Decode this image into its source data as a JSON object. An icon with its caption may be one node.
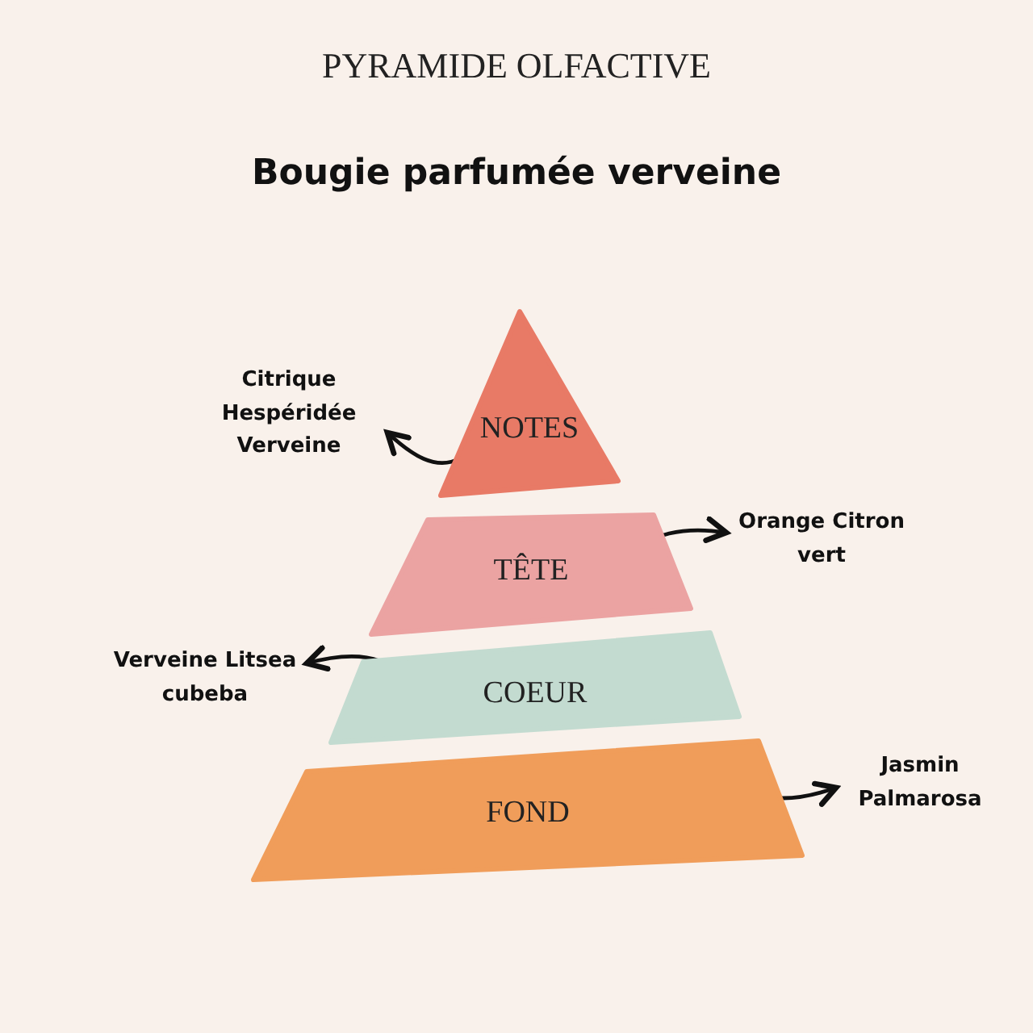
{
  "diagram": {
    "title": "PYRAMIDE OLFACTIVE",
    "nodes": [
      {
        "text": [
          "NOTES"
        ]
      },
      {
        "text": [
          "TÊTE"
        ]
      },
      {
        "text": [
          "COEUR"
        ]
      },
      {
        "text": [
          "FOND"
        ]
      },
      {
        "text": [
          "Citrique Hespéridée Verveine"
        ]
      },
      {
        "text": [
          "Orange Citron vert"
        ]
      },
      {
        "text": [
          "Verveine Litsea cubeba"
        ]
      },
      {
        "text": [
          "Jasmin Palmarosa"
        ]
      }
    ],
    "edges": [
      {
        "from": 0,
        "to": 4,
        "arrow": "to"
      },
      {
        "from": 1,
        "to": 5,
        "arrow": "to"
      },
      {
        "from": 2,
        "to": 6,
        "arrow": "to"
      },
      {
        "from": 3,
        "to": 7,
        "arrow": "to"
      }
    ],
    "labels": [
      "Bougie parfumée verveine"
    ]
  }
}
